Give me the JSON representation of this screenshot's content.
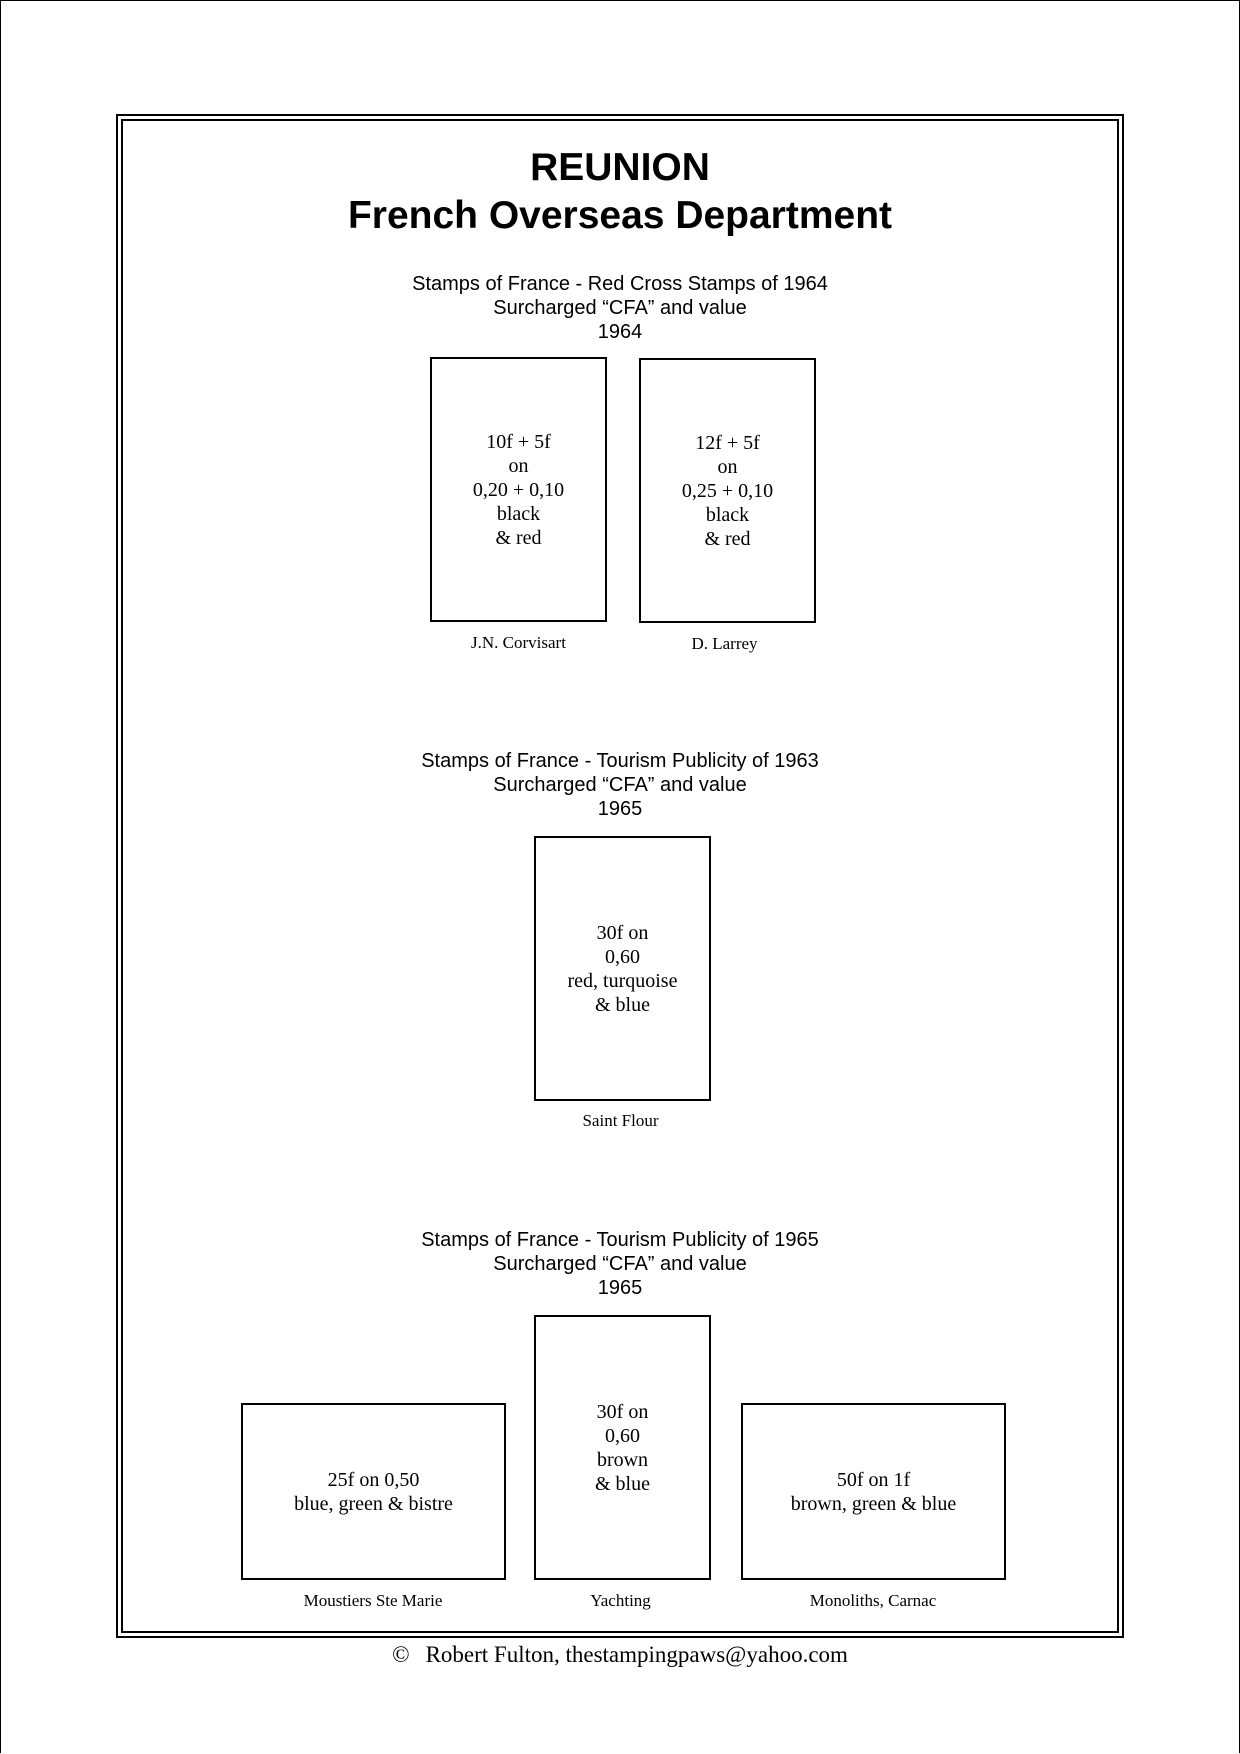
{
  "page": {
    "title_line1": "REUNION",
    "title_line2": "French Overseas Department"
  },
  "sections": [
    {
      "line1": "Stamps of France - Red Cross Stamps of 1964",
      "line2": "Surcharged “CFA” and value",
      "year": "1964",
      "stamps": [
        {
          "description": "10f + 5f\non\n0,20 + 0,10\nblack\n& red",
          "caption": "J.N. Corvisart"
        },
        {
          "description": "12f + 5f\non\n0,25 + 0,10\nblack\n& red",
          "caption": "D. Larrey"
        }
      ]
    },
    {
      "line1": "Stamps of France - Tourism Publicity of 1963",
      "line2": "Surcharged “CFA” and value",
      "year": "1965",
      "stamps": [
        {
          "description": "30f on\n0,60\nred, turquoise\n& blue",
          "caption": "Saint Flour"
        }
      ]
    },
    {
      "line1": "Stamps of France - Tourism Publicity of 1965",
      "line2": "Surcharged “CFA” and value",
      "year": "1965",
      "stamps": [
        {
          "description": "25f on 0,50\nblue, green & bistre",
          "caption": "Moustiers Ste Marie"
        },
        {
          "description": "30f on\n0,60\nbrown\n& blue",
          "caption": "Yachting"
        },
        {
          "description": "50f on 1f\nbrown, green & blue",
          "caption": "Monoliths, Carnac"
        }
      ]
    }
  ],
  "footer": {
    "copyright_symbol": "©",
    "text": "Robert Fulton, thestampingpaws@yahoo.com"
  }
}
